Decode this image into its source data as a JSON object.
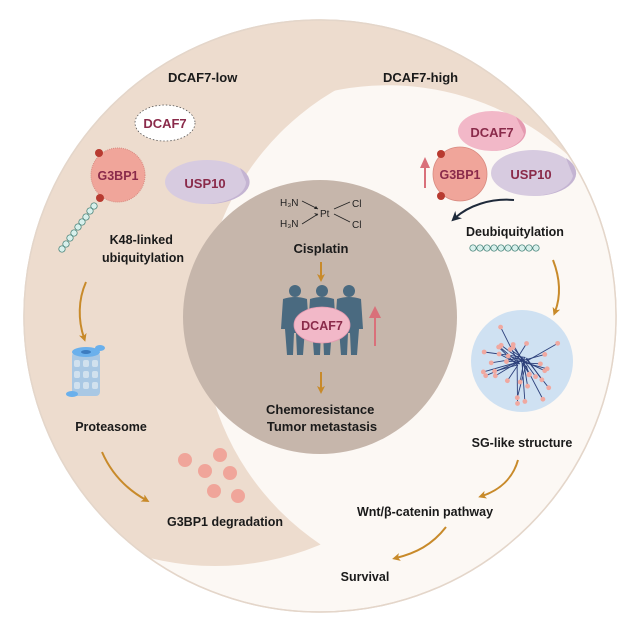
{
  "title": "DCAF7 regulation of G3BP1 in cisplatin chemoresistance",
  "colors": {
    "outer_background": "#eddcce",
    "light_region": "#fcf8f4",
    "center_circle": "#c6b6ab",
    "arrow": "#c88a2a",
    "g3bp1_fill": "#f0a59a",
    "dcaf7_fill": "#f2b8c8",
    "usp10_fill": "#d7cbe0",
    "protein_text": "#8a2a4a",
    "up_arrow": "#d9707a",
    "human_figure": "#4a6a80",
    "sg_background": "#cfe1f2",
    "sg_node": "#f0a8a0",
    "sg_link": "#2c3f7a"
  },
  "left_panel": {
    "heading": "DCAF7-low",
    "dcaf7_label": "DCAF7",
    "g3bp1_label": "G3BP1",
    "usp10_label": "USP10",
    "ubiquitylation_line1": "K48-linked",
    "ubiquitylation_line2": "ubiquitylation",
    "proteasome_label": "Proteasome",
    "degradation_label": "G3BP1 degradation"
  },
  "right_panel": {
    "heading": "DCAF7-high",
    "dcaf7_label": "DCAF7",
    "g3bp1_label": "G3BP1",
    "usp10_label": "USP10",
    "deubiquitylation_label": "Deubiquitylation",
    "sg_label": "SG-like structure",
    "pathway_label": "Wnt/β-catenin pathway",
    "survival_label": "Survival"
  },
  "center_panel": {
    "chem_h3n_top": "H₃N",
    "chem_h3n_bottom": "H₃N",
    "chem_pt": "Pt",
    "chem_cl_top": "Cl",
    "chem_cl_bottom": "Cl",
    "drug_label": "Cisplatin",
    "dcaf7_label": "DCAF7",
    "outcome_line1": "Chemoresistance",
    "outcome_line2": "Tumor metastasis"
  },
  "icons": {
    "ubiquitin_chain": "ubiquitin-chain-icon",
    "proteasome": "proteasome-icon",
    "humans": "human-figures-icon",
    "up_arrow": "up-arrow-icon",
    "sg_network": "stress-granule-network-icon"
  }
}
